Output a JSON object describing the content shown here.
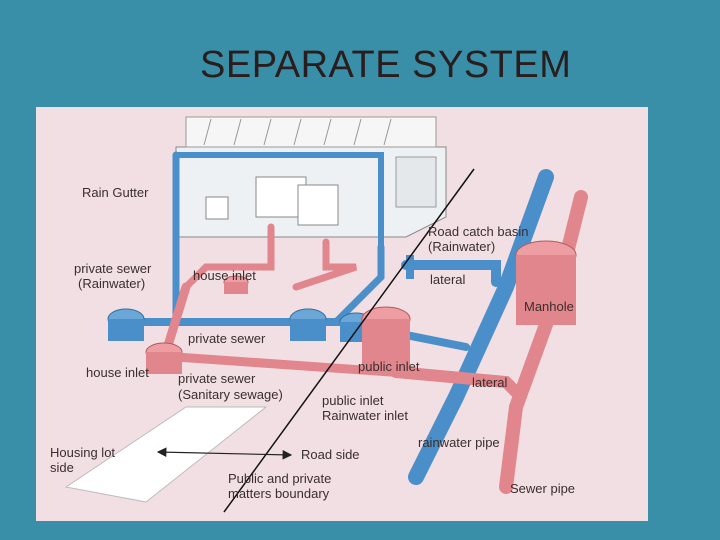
{
  "slide": {
    "title": "SEPARATE SYSTEM"
  },
  "labels": {
    "rain_gutter": "Rain Gutter",
    "private_sewer_rain_1": "private sewer",
    "private_sewer_rain_2": "(Rainwater)",
    "house_inlet_top": "house inlet",
    "private_sewer_mid": "private sewer",
    "house_inlet_left": "house inlet",
    "private_sewer_san_1": "private sewer",
    "private_sewer_san_2": "(Sanitary sewage)",
    "road_catch_basin_1": "Road catch basin",
    "road_catch_basin_2": "(Rainwater)",
    "lateral_top": "lateral",
    "manhole": "Manhole",
    "public_inlet": "public inlet",
    "lateral_right": "lateral",
    "public_inlet_rain_1": "public inlet",
    "public_inlet_rain_2": "Rainwater inlet",
    "rainwater_pipe": "rainwater pipe",
    "housing_lot_1": "Housing lot",
    "housing_lot_2": "side",
    "road_side": "Road side",
    "boundary_1": "Public and private",
    "boundary_2": "matters boundary",
    "sewer_pipe": "Sewer pipe"
  },
  "colors": {
    "rainwater": "#4a8fc9",
    "sewage": "#e0868c",
    "background": "#f2dfe3",
    "slide": "#3a8fa8"
  }
}
